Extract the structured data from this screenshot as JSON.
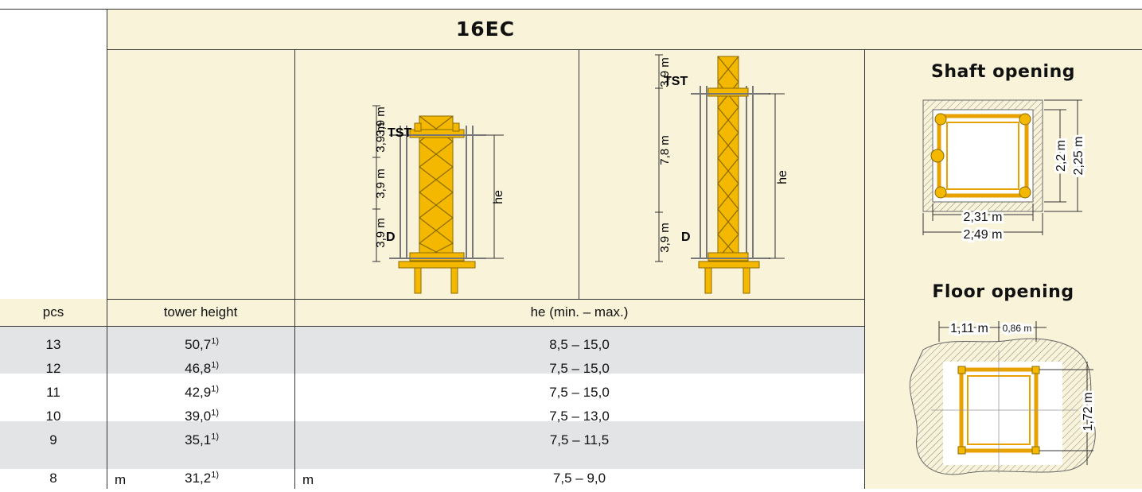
{
  "header": {
    "model": "16EC"
  },
  "columns": {
    "pcs": "pcs",
    "tower_height": "tower height",
    "he_range": "he (min. – max.)"
  },
  "units": {
    "tower_height_unit": "m",
    "he_unit": "m"
  },
  "footnote_mark": "1)",
  "rows": [
    {
      "pcs": "13",
      "tower_height": "50,7",
      "he": "8,5 – 15,0"
    },
    {
      "pcs": "12",
      "tower_height": "46,8",
      "he": "7,5 – 15,0"
    },
    {
      "pcs": "11",
      "tower_height": "42,9",
      "he": "7,5 – 15,0"
    },
    {
      "pcs": "10",
      "tower_height": "39,0",
      "he": "7,5 – 13,0"
    },
    {
      "pcs": "9",
      "tower_height": "35,1",
      "he": "7,5 – 11,5"
    },
    {
      "pcs": "8",
      "tower_height": "31,2",
      "he": "7,5 – 9,0"
    }
  ],
  "diagram1": {
    "dim_labels": [
      "3,9 m",
      "3,9 m",
      "3,9 m",
      "3,9 m"
    ],
    "tst": "TST",
    "d": "D",
    "he": "he"
  },
  "diagram2": {
    "dim_top": "3,9 m",
    "dim_mid": "7,8 m",
    "dim_bottom": "3,9 m",
    "tst": "TST",
    "d": "D",
    "he": "he"
  },
  "shaft": {
    "title": "Shaft opening",
    "dim_inner_w": "2,31 m",
    "dim_outer_w": "2,49 m",
    "dim_inner_h": "2,2 m",
    "dim_outer_h": "2,25 m"
  },
  "floor": {
    "title": "Floor opening",
    "dim_a": "1,11 m",
    "dim_b": "0,86 m",
    "dim_h": "1,72 m"
  },
  "colors": {
    "cream": "#f8f3d9",
    "grey": "#e3e4e6",
    "yellow": "#f5b800",
    "orange": "#e7a100"
  }
}
